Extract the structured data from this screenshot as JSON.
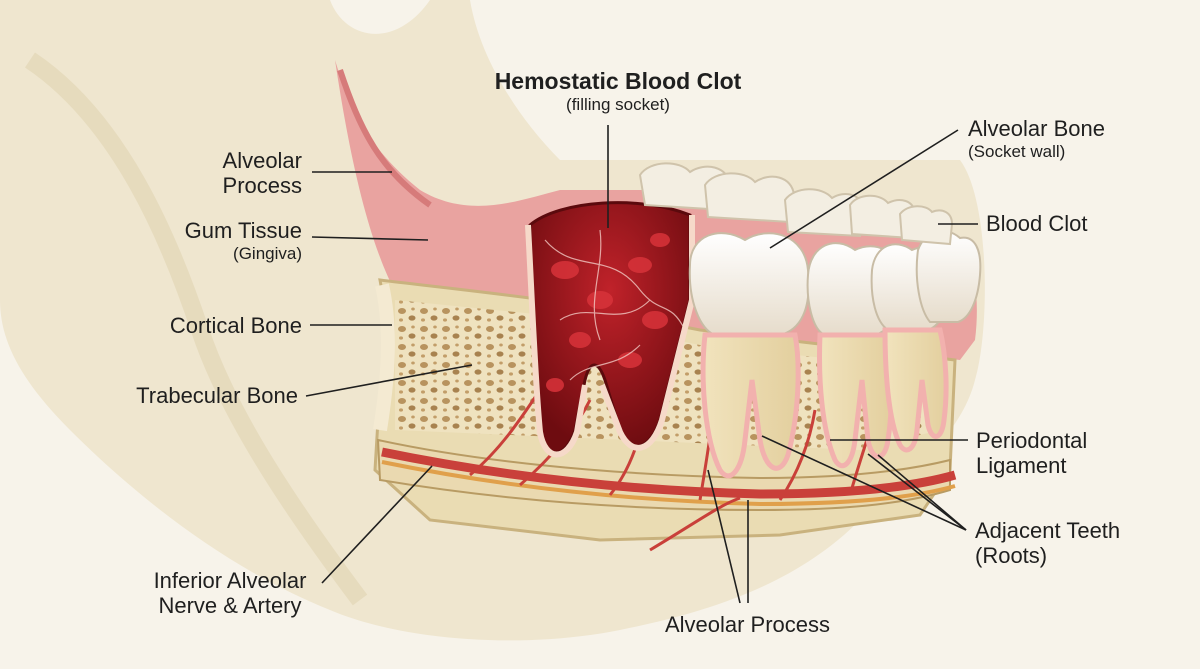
{
  "title": {
    "main": "Hemostatic Blood Clot",
    "sub": "(filling socket)"
  },
  "labels": {
    "alveolar_process_top": [
      "Alveolar",
      "Process"
    ],
    "gum_tissue": {
      "main": "Gum Tissue",
      "sub": "(Gingiva)"
    },
    "cortical_bone": "Cortical Bone",
    "trabecular_bone": "Trabecular Bone",
    "nerve_artery": [
      "Inferior Alveolar",
      "Nerve & Artery"
    ],
    "alveolar_bone": {
      "main": "Alveolar Bone",
      "sub": "(Socket wall)"
    },
    "blood_clot": "Blood Clot",
    "periodontal_ligament": [
      "Periodontal",
      "Ligament"
    ],
    "adjacent_teeth": [
      "Adjacent Teeth",
      "(Roots)"
    ],
    "alveolar_process_bottom": "Alveolar Process"
  },
  "colors": {
    "background": "#f7f3ea",
    "bone": "#eee4c9",
    "gum": "#e9a3a0",
    "clot": "#9b1419",
    "tooth": "#f4efe4",
    "vessel": "#c9403a",
    "leader": "#1f1f1f"
  }
}
